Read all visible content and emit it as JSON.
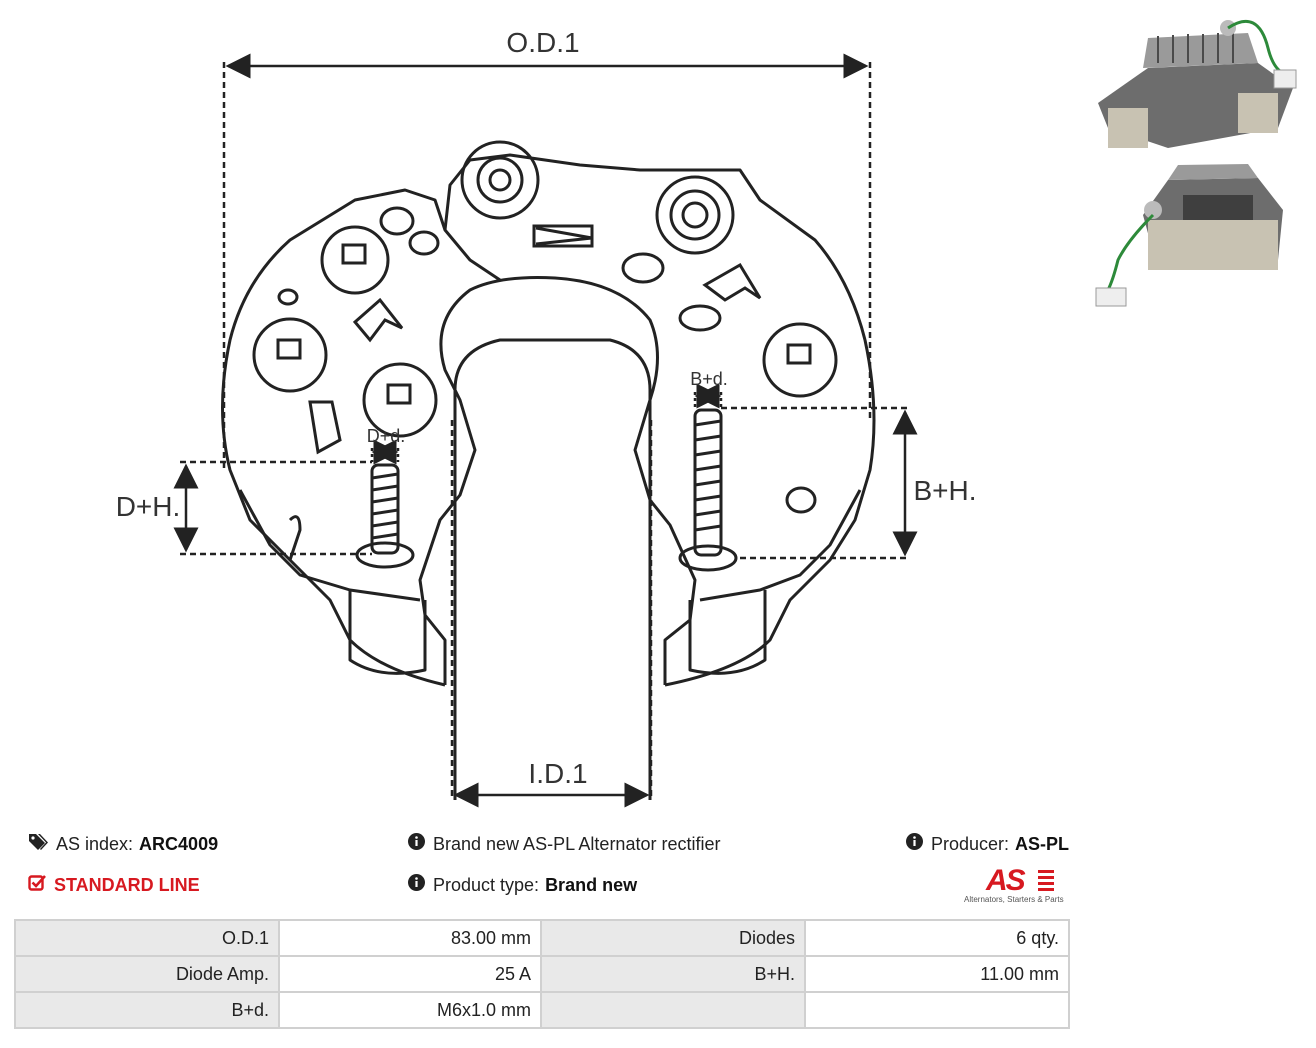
{
  "drawing": {
    "od_label": "O.D.1",
    "id_label": "I.D.1",
    "dh_label": "D+H.",
    "dd_label": "D+d.",
    "bh_label": "B+H.",
    "bd_label": "B+d."
  },
  "thumbnails": [
    {
      "icon": "rectifier-photo-top"
    },
    {
      "icon": "rectifier-photo-bottom"
    }
  ],
  "info": {
    "as_index_label": "AS index:",
    "as_index_value": "ARC4009",
    "line": "STANDARD LINE",
    "description": "Brand new AS-PL Alternator rectifier",
    "product_type_label": "Product type:",
    "product_type_value": "Brand new",
    "producer_label": "Producer:",
    "producer_value": "AS-PL"
  },
  "logo": {
    "mark": "AS",
    "tagline": "Alternators, Starters & Parts",
    "color": "#d71920"
  },
  "specs": [
    [
      "O.D.1",
      "83.00 mm",
      "Diodes",
      "6 qty."
    ],
    [
      "Diode Amp.",
      "25 A",
      "B+H.",
      "11.00 mm"
    ],
    [
      "B+d.",
      "M6x1.0 mm",
      "",
      ""
    ]
  ]
}
